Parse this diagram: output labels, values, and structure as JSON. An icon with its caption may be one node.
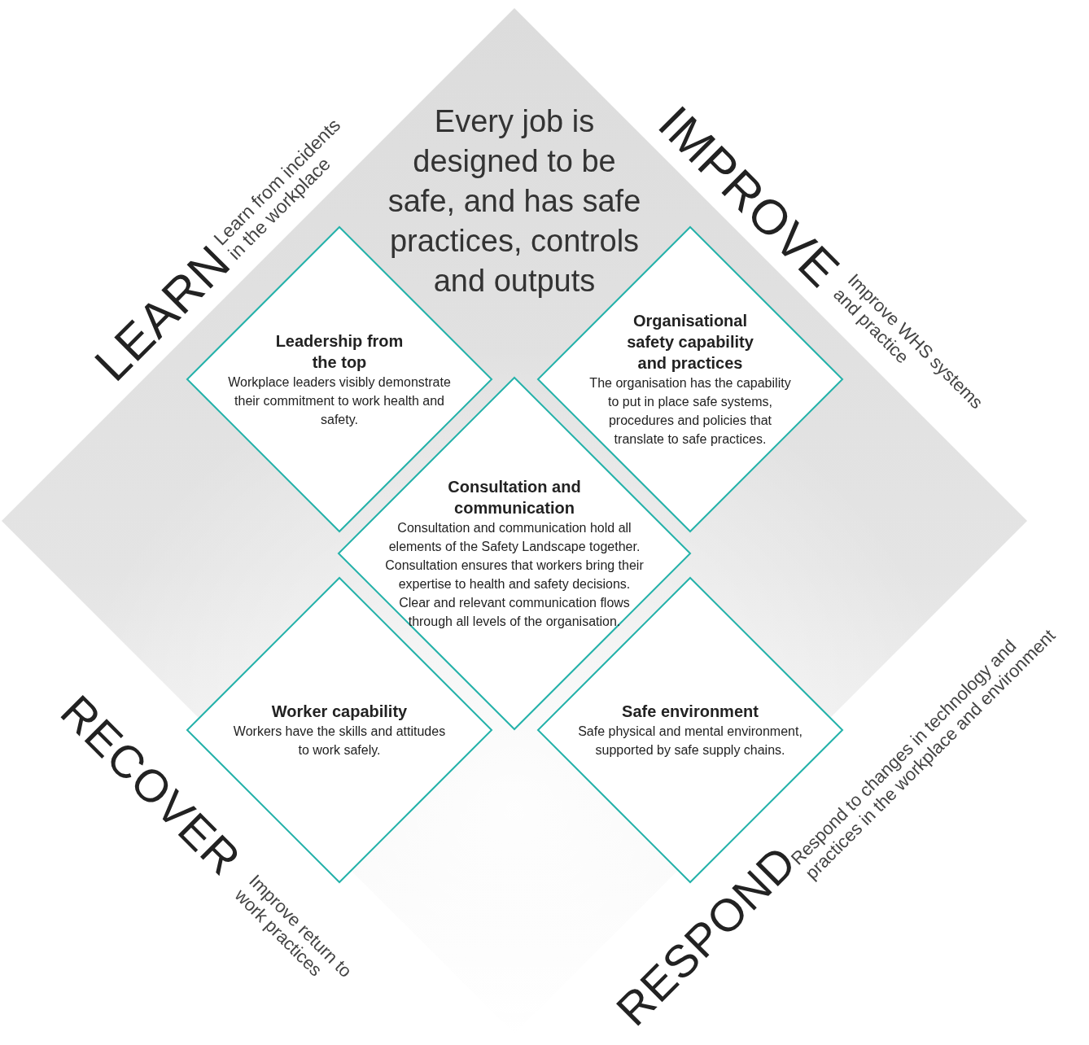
{
  "diagram": {
    "nodes": [
      {
        "text": [
          "Every job is designed to be safe, and has safe practices, controls and outputs"
        ]
      },
      {
        "text": [
          "Leadership from the top",
          "Workplace leaders visibly demonstrate their commitment to work health and safety."
        ],
        "in": 0
      },
      {
        "text": [
          "Organisational safety capability and practices",
          "The organisation has the capability to put in place safe systems, procedures and policies that translate to safe practices."
        ],
        "in": 0
      },
      {
        "text": [
          "Consultation and communication",
          "Consultation and communication hold all elements of the Safety Landscape together. Consultation ensures that workers bring their expertise to health and safety decisions. Clear and relevant communication flows through all levels of the organisation."
        ],
        "in": 0
      },
      {
        "text": [
          "Worker capability",
          "Workers have the skills and attitudes to work safely."
        ],
        "in": 0
      },
      {
        "text": [
          "Safe environment",
          "Safe physical and mental environment, supported by safe supply chains."
        ],
        "in": 0
      }
    ],
    "labels": [
      "LEARN",
      "Learn from incidents in the workplace",
      "IMPROVE",
      "Improve WHS systems and practice",
      "RECOVER",
      "Improve return to work practices",
      "RESPOND",
      "Respond to changes in technology and practices in the workplace and environment"
    ]
  }
}
